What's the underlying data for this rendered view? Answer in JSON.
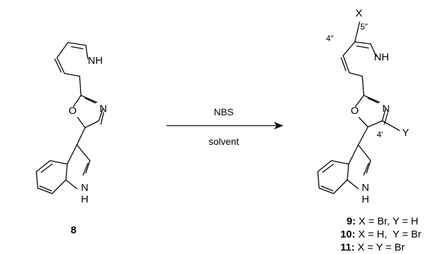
{
  "reaction": {
    "reagent": "NBS",
    "condition": "solvent"
  },
  "starting_material": {
    "compound_number": "8",
    "atoms": {
      "pyrrole_nh": "NH",
      "oxazole_o": "O",
      "oxazole_n": "N",
      "indole_nh": "N",
      "indole_h": "H"
    }
  },
  "product": {
    "atoms": {
      "pyrrole_nh": "NH",
      "oxazole_o": "O",
      "oxazole_n": "N",
      "indole_nh": "N",
      "indole_h": "H"
    },
    "substituents": {
      "x": "X",
      "y": "Y"
    },
    "locants": {
      "c5pp": "5″",
      "c4pp": "4″",
      "c4p": "4′"
    },
    "variants": [
      {
        "number": "9:",
        "description": "X = Br, Y = H"
      },
      {
        "number": "10:",
        "description": "X = H,  Y = Br"
      },
      {
        "number": "11:",
        "description": "X = Y = Br"
      }
    ]
  }
}
